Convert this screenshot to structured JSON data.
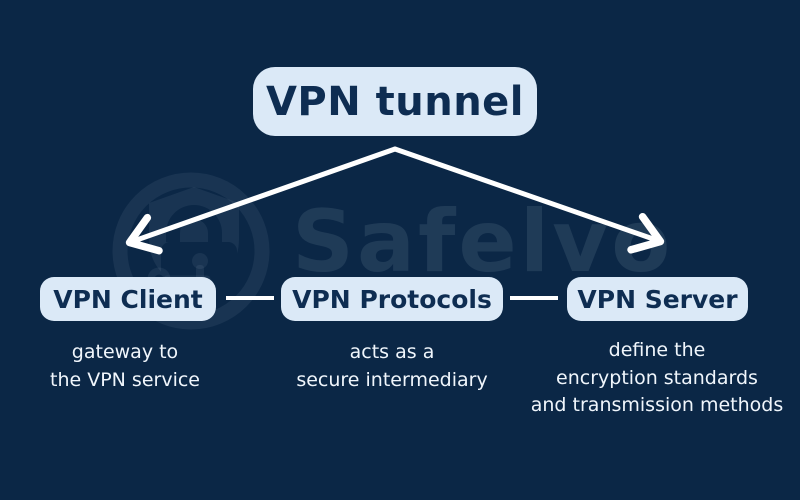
{
  "colors": {
    "background": "#0b2746",
    "pill_fill": "#dbe9f7",
    "pill_text": "#0e2d52",
    "connector": "#ffffff",
    "description_text": "#f0f6fc",
    "watermark": "rgba(214,231,247,0.10)"
  },
  "title": {
    "label": "VPN tunnel"
  },
  "watermark": {
    "brand": "Safelvo",
    "logo_icon": "shield-lock-icon"
  },
  "diagram": {
    "nodes": [
      {
        "id": "vpn-client",
        "label": "VPN Client",
        "description_lines": [
          "gateway to",
          "the VPN service"
        ]
      },
      {
        "id": "vpn-protocols",
        "label": "VPN Protocols",
        "description_lines": [
          "acts as a",
          "secure intermediary"
        ]
      },
      {
        "id": "vpn-server",
        "label": "VPN Server",
        "description_lines": [
          "define the",
          "encryption standards",
          "and transmission methods"
        ]
      }
    ],
    "connections": [
      {
        "from": "vpn-tunnel",
        "to": "vpn-client",
        "type": "arrow"
      },
      {
        "from": "vpn-tunnel",
        "to": "vpn-server",
        "type": "arrow"
      },
      {
        "from": "vpn-client",
        "to": "vpn-protocols",
        "type": "line"
      },
      {
        "from": "vpn-protocols",
        "to": "vpn-server",
        "type": "line"
      }
    ]
  }
}
